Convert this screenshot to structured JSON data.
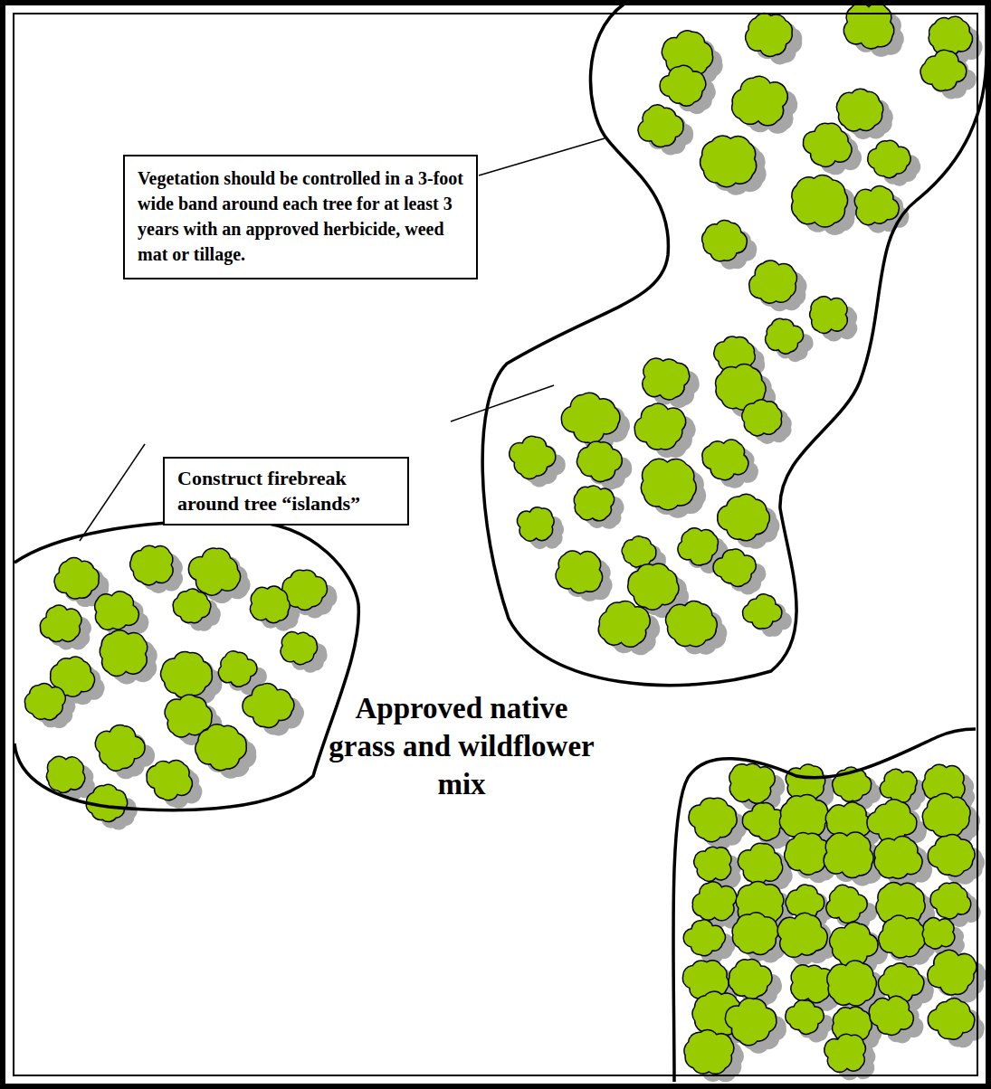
{
  "diagram": {
    "nodes": [
      {
        "text": [
          "Vegetation should be controlled in a 3-foot wide band around each tree for at least 3 years with an approved herbicide, weed mat or tillage."
        ]
      },
      {
        "text": [
          "Construct firebreak around tree “islands”"
        ]
      }
    ],
    "labels": [
      "Approved native grass and wildflower mix"
    ]
  }
}
